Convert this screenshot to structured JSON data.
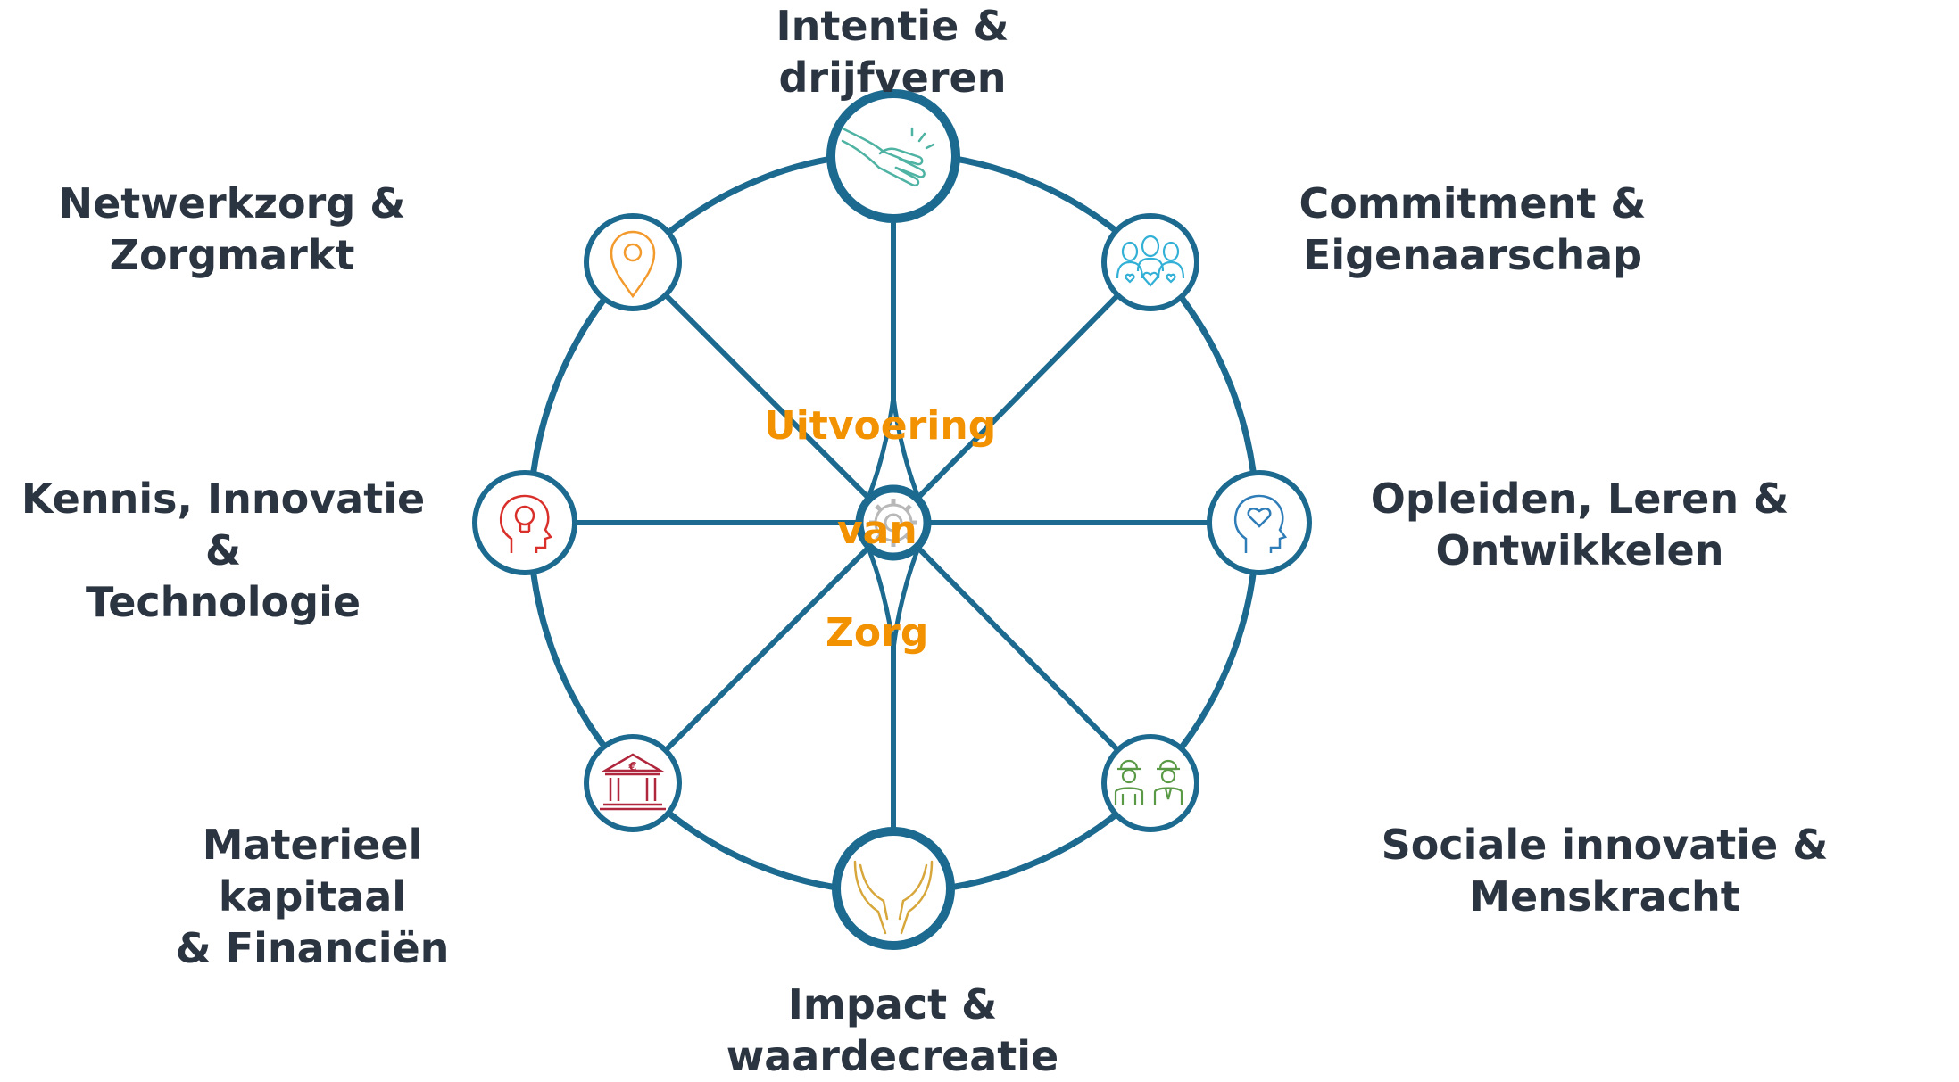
{
  "colors": {
    "ring": "#1c6a8f",
    "label": "#2b3441",
    "center_text": "#f39200",
    "icon_hand": "#4fb3a4",
    "icon_people": "#32b0d6",
    "icon_head_heart": "#2f7db8",
    "icon_workers": "#5a9a46",
    "icon_hands": "#d7a73b",
    "icon_bank": "#b0263c",
    "icon_bulb": "#d9302c",
    "icon_pin": "#f39a2d",
    "icon_gear": "#b8b8b8"
  },
  "center": {
    "line1": "Uitvoering",
    "line2": "van",
    "line3": "Zorg",
    "icon": "gear-icon"
  },
  "nodes": [
    {
      "label": "Intentie & drijfveren",
      "icon": "handshake-icon"
    },
    {
      "label": "Commitment &\nEigenaarschap",
      "icon": "people-heart-icon"
    },
    {
      "label": "Opleiden, Leren &\nOntwikkelen",
      "icon": "head-heart-icon"
    },
    {
      "label": "Sociale innovatie & Menskracht",
      "icon": "workers-icon"
    },
    {
      "label": "Impact & waardecreatie",
      "icon": "open-hands-icon"
    },
    {
      "label": "Materieel kapitaal\n& Financiën",
      "icon": "bank-euro-icon"
    },
    {
      "label": "Kennis, Innovatie &\nTechnologie",
      "icon": "head-bulb-icon"
    },
    {
      "label": "Netwerkzorg &\nZorgmarkt",
      "icon": "location-pin-icon"
    }
  ]
}
